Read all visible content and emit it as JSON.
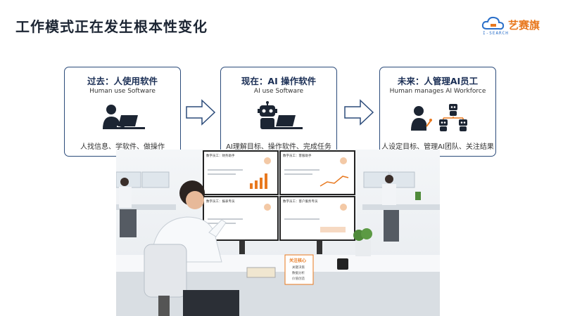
{
  "title": "工作模式正在发生根本性变化",
  "logo": {
    "brand": "艺赛旗",
    "sub": "I-SEARCH"
  },
  "cards": [
    {
      "title": "过去：人使用软件",
      "en": "Human use Software",
      "desc": "人找信息、学软件、做操作"
    },
    {
      "title": "现在：AI 操作软件",
      "en": "AI use Software",
      "desc": "AI理解目标、操作软件、完成任务"
    },
    {
      "title": "未来：人管理AI员工",
      "en": "Human manages AI Workforce",
      "desc": "人设定目标、管理AI团队、关注结果"
    }
  ],
  "scene": {
    "screen_titles": [
      "数字员工：财务助手",
      "数字员工：客服助手",
      "数字员工：报表专员",
      "数字员工：客户服务专员"
    ],
    "note_title": "关注核心",
    "note_items": [
      "关键决策",
      "数据分析",
      "价值创造"
    ]
  },
  "colors": {
    "accent": "#e8781e",
    "card_border": "#2b4b7a",
    "title": "#1c2533"
  }
}
